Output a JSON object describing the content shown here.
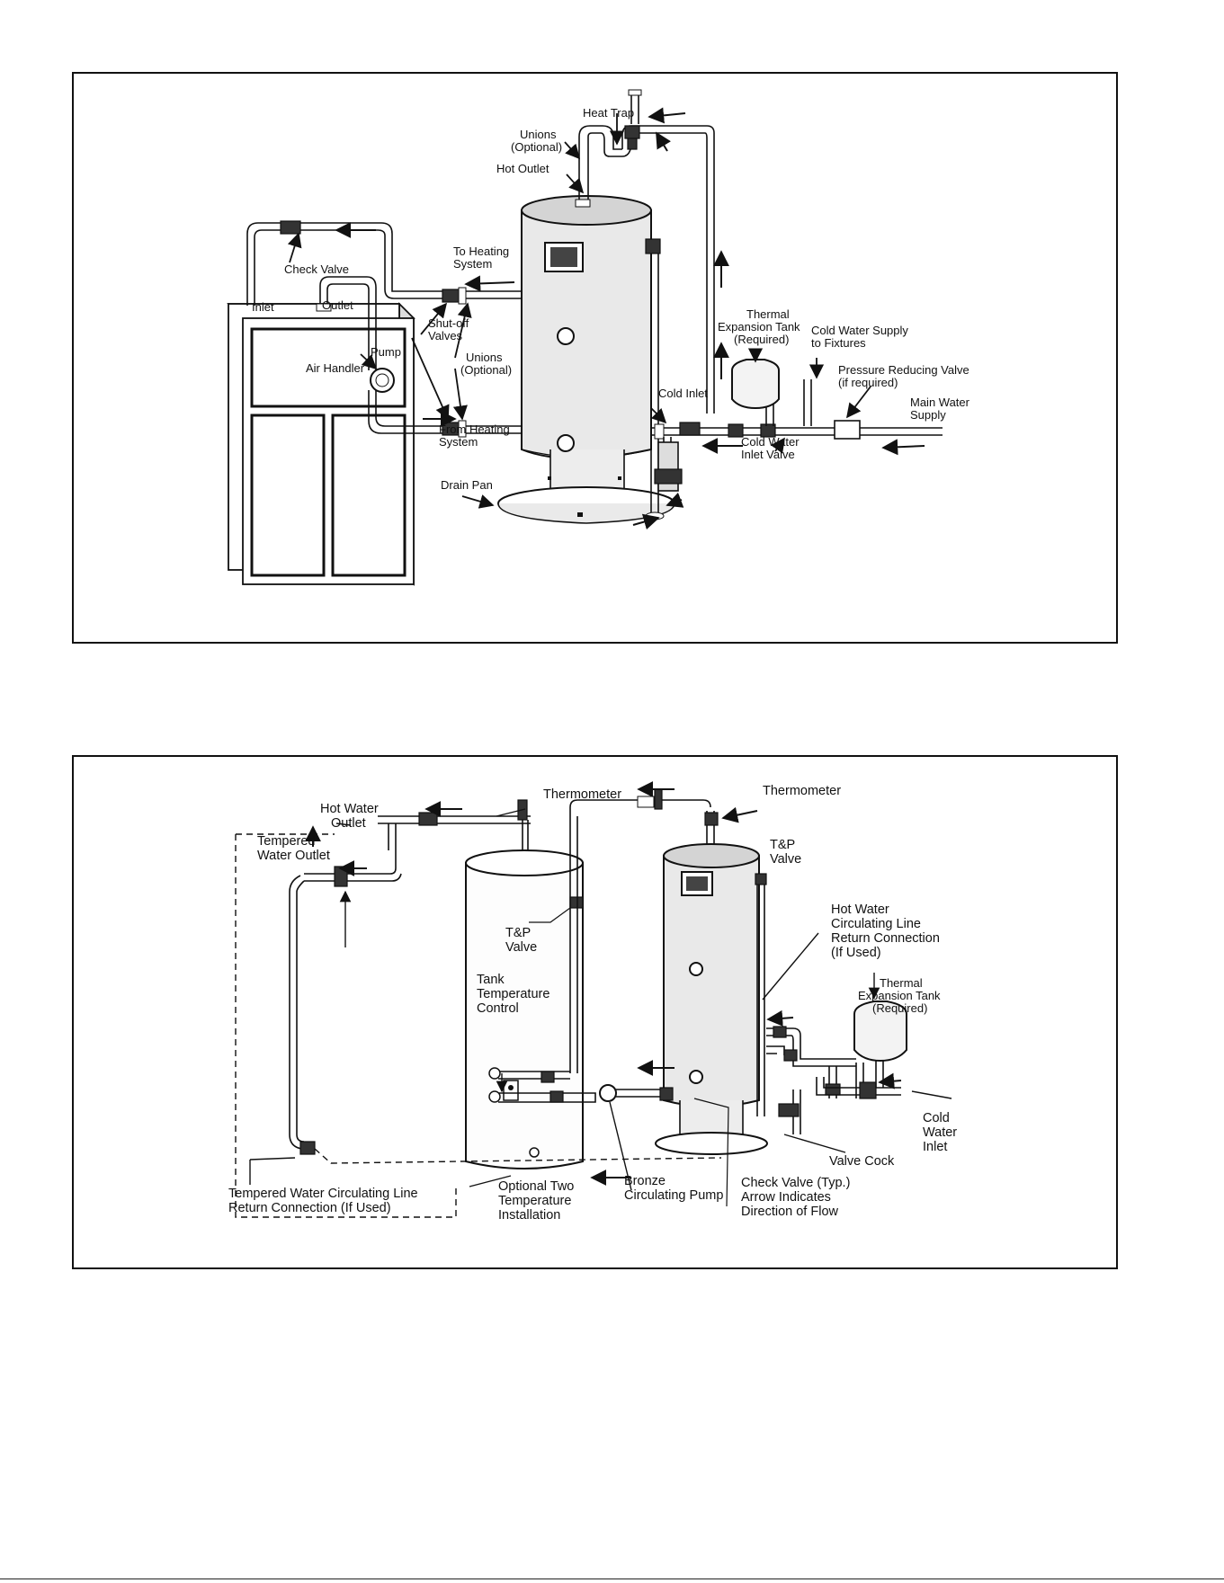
{
  "figure1": {
    "labels": {
      "heat_trap": "Heat Trap",
      "unions_optional_top_1": "Unions",
      "unions_optional_top_2": "(Optional)",
      "hot_outlet": "Hot Outlet",
      "check_valve": "Check Valve",
      "to_heating_system_1": "To Heating",
      "to_heating_system_2": "System",
      "inlet": "Inlet",
      "outlet": "Outlet",
      "air_handler": "Air Handler",
      "pump": "Pump",
      "shutoff_valves_1": "Shut-off",
      "shutoff_valves_2": "Valves",
      "unions_optional_mid_1": "Unions",
      "unions_optional_mid_2": "(Optional)",
      "from_heating_system_1": "From Heating",
      "from_heating_system_2": "System",
      "drain_pan": "Drain Pan",
      "cold_inlet": "Cold Inlet",
      "thermal_expansion_tank_1": "Thermal",
      "thermal_expansion_tank_2": "Expansion Tank",
      "thermal_expansion_tank_3": "(Required)",
      "cold_water_supply_1": "Cold Water Supply",
      "cold_water_supply_2": "to Fixtures",
      "pressure_reducing_valve_1": "Pressure Reducing Valve",
      "pressure_reducing_valve_2": "(if required)",
      "main_water_supply_1": "Main Water",
      "main_water_supply_2": "Supply",
      "cold_water_inlet_valve_1": "Cold Water",
      "cold_water_inlet_valve_2": "Inlet Valve"
    }
  },
  "figure2": {
    "labels": {
      "hot_water_outlet_1": "Hot Water",
      "hot_water_outlet_2": "Outlet",
      "thermometer_left": "Thermometer",
      "thermometer_right": "Thermometer",
      "tempered_water_outlet_1": "Tempered",
      "tempered_water_outlet_2": "Water Outlet",
      "tp_valve_left_1": "T&P",
      "tp_valve_left_2": "Valve",
      "tp_valve_right_1": "T&P",
      "tp_valve_right_2": "Valve",
      "tank_temp_control_1": "Tank",
      "tank_temp_control_2": "Temperature",
      "tank_temp_control_3": "Control",
      "hot_water_circ_return_1": "Hot Water",
      "hot_water_circ_return_2": "Circulating Line",
      "hot_water_circ_return_3": "Return Connection",
      "hot_water_circ_return_4": "(If Used)",
      "thermal_expansion_tank_1": "Thermal",
      "thermal_expansion_tank_2": "Expansion Tank",
      "thermal_expansion_tank_3": "(Required)",
      "cold_water_inlet_1": "Cold",
      "cold_water_inlet_2": "Water",
      "cold_water_inlet_3": "Inlet",
      "valve_cock": "Valve Cock",
      "tempered_circ_return_1": "Tempered Water Circulating Line",
      "tempered_circ_return_2": "Return Connection (If Used)",
      "optional_two_temp_1": "Optional Two",
      "optional_two_temp_2": "Temperature",
      "optional_two_temp_3": "Installation",
      "bronze_pump_1": "Bronze",
      "bronze_pump_2": "Circulating Pump",
      "check_valve_typ_1": "Check Valve (Typ.)",
      "check_valve_typ_2": "Arrow Indicates",
      "check_valve_typ_3": "Direction of Flow"
    }
  }
}
